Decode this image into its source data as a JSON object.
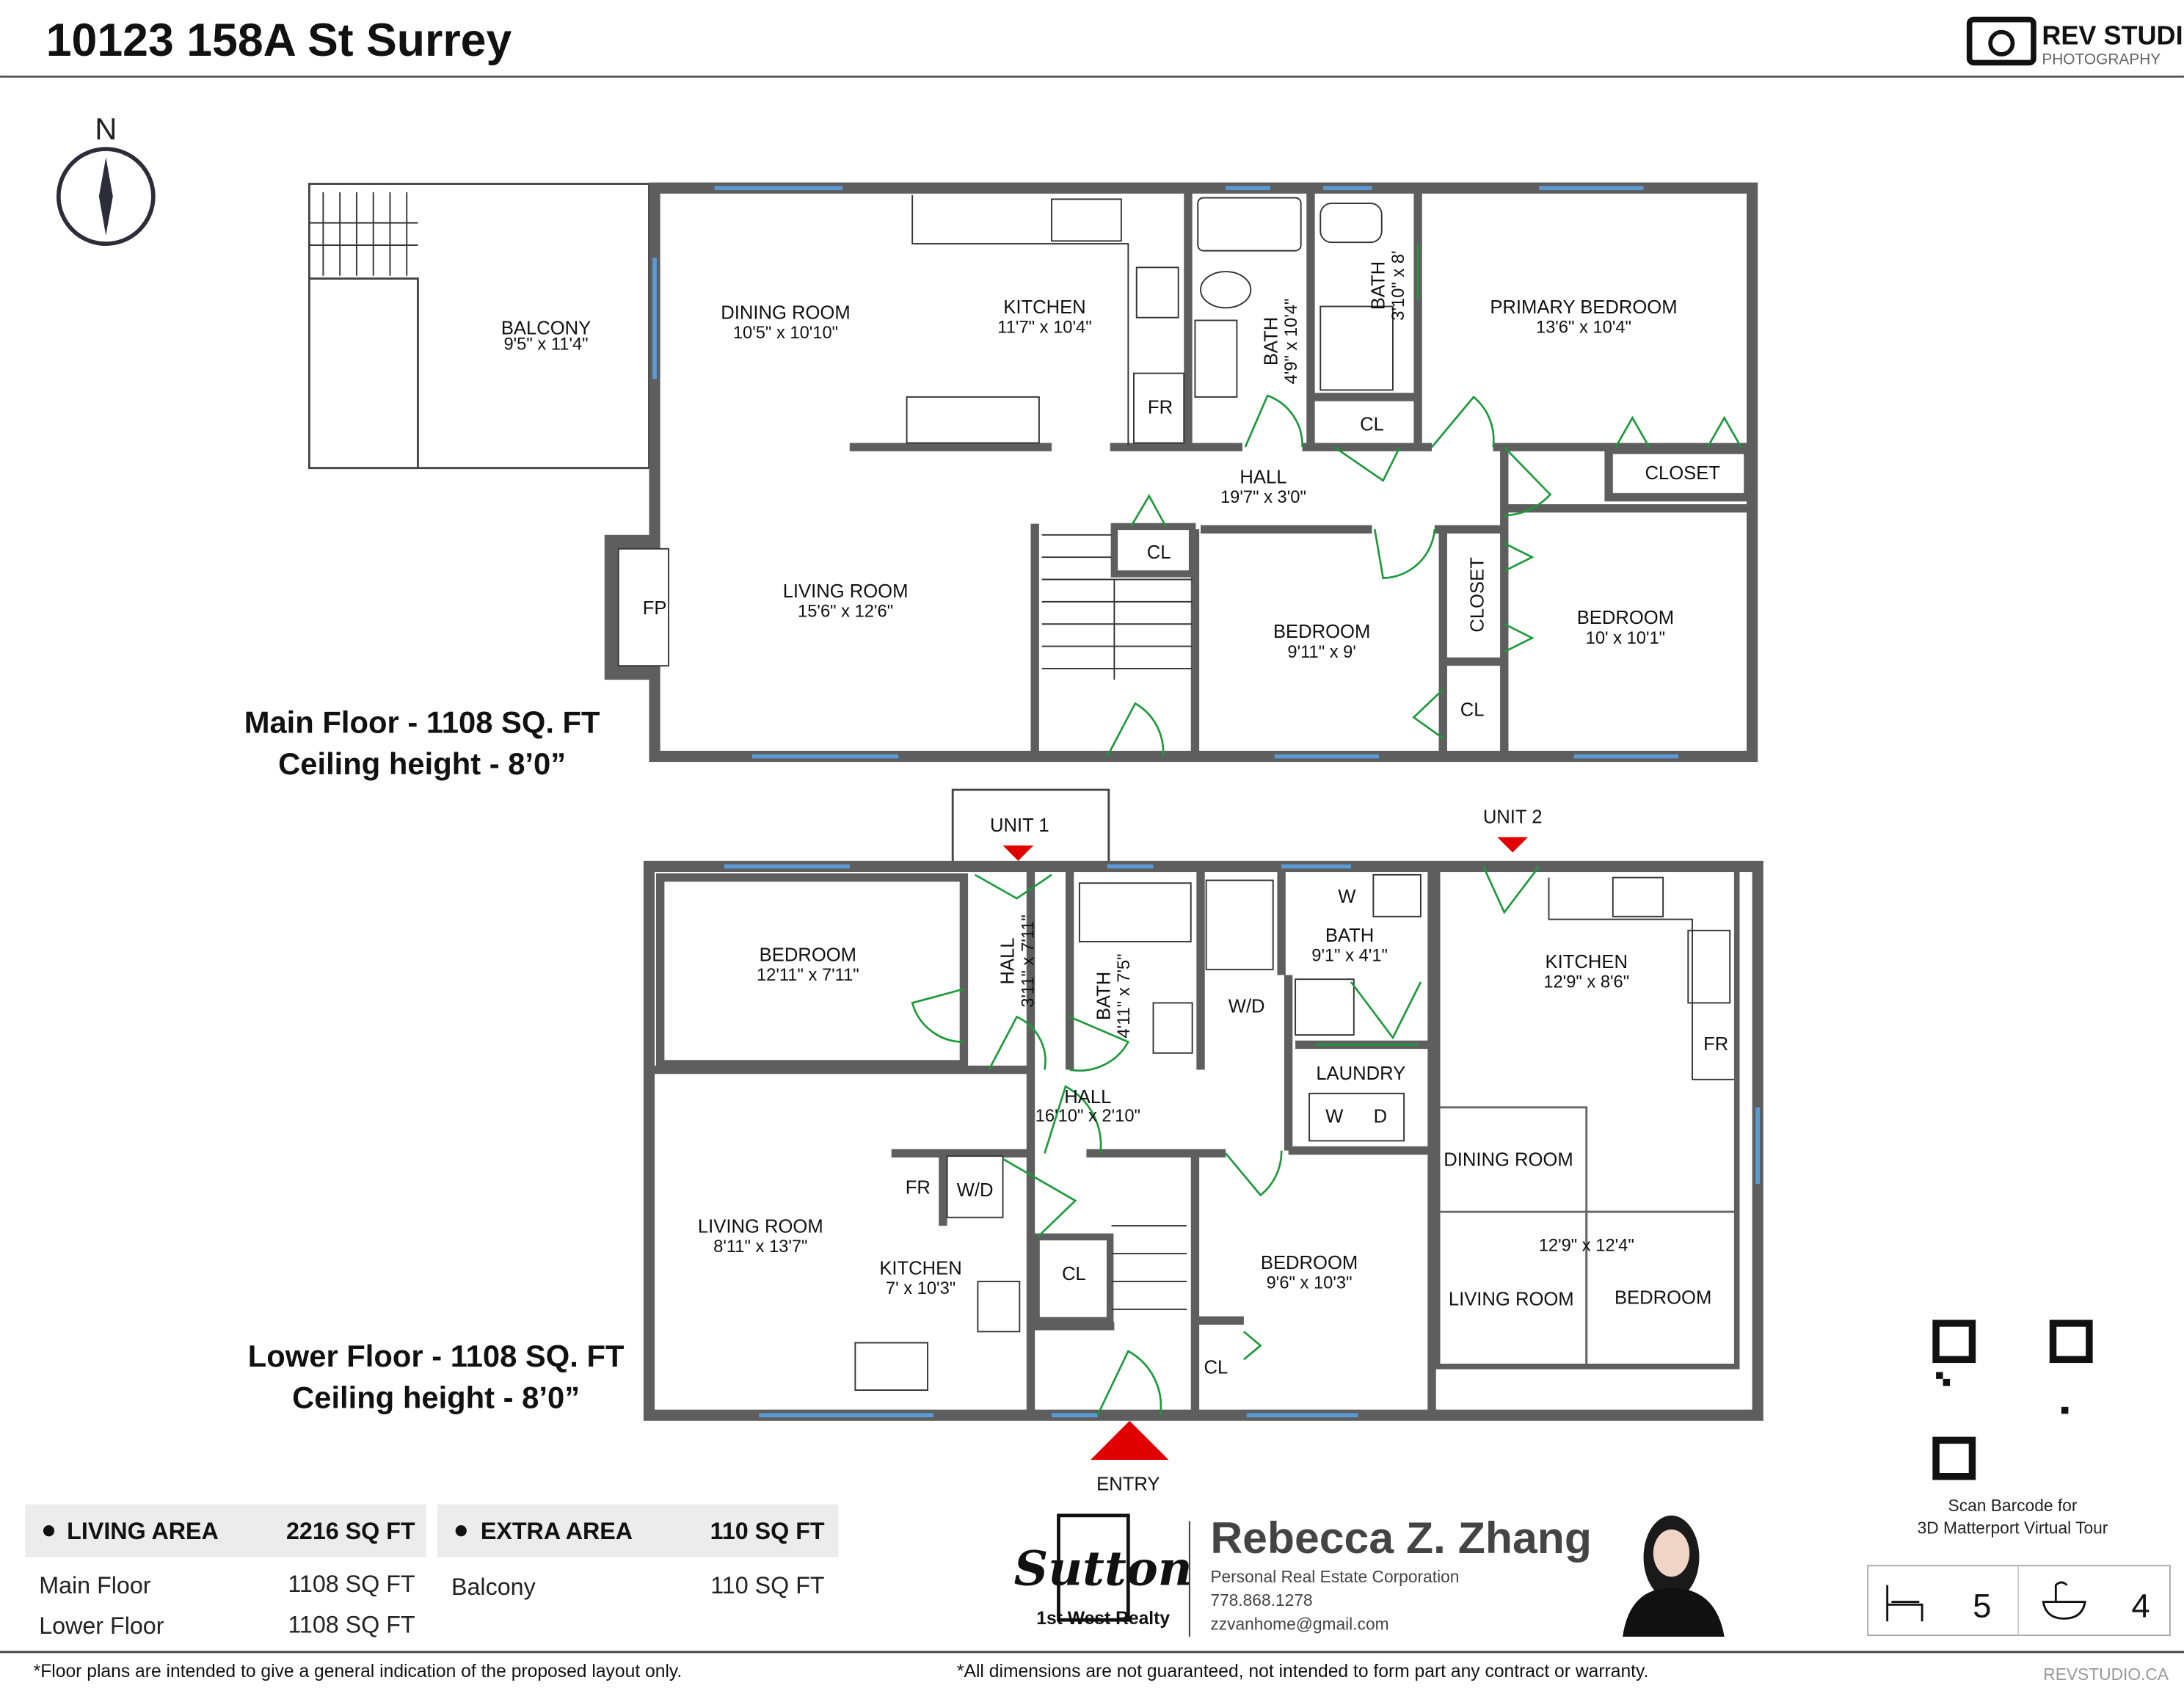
{
  "header": {
    "title": "10123 158A St Surrey",
    "brand_name": "REV STUDIO",
    "brand_sub": "PHOTOGRAPHY"
  },
  "compass": {
    "label": "N"
  },
  "main_floor": {
    "label": "Main Floor - 1108 SQ. FT",
    "ceiling": "Ceiling height - 8’0”",
    "rooms": {
      "balcony": {
        "name": "BALCONY",
        "dim": "9'5\" x 11'4\""
      },
      "dining": {
        "name": "DINING ROOM",
        "dim": "10'5\" x 10'10\""
      },
      "kitchen": {
        "name": "KITCHEN",
        "dim": "11'7\" x 10'4\""
      },
      "bath1": {
        "name": "BATH",
        "dim": "4'9\" x 10'4\""
      },
      "bath2": {
        "name": "BATH",
        "dim": "3'10\" x 8'"
      },
      "primary": {
        "name": "PRIMARY BEDROOM",
        "dim": "13'6\" x 10'4\""
      },
      "hall": {
        "name": "HALL",
        "dim": "19'7\" x 3'0\""
      },
      "living": {
        "name": "LIVING ROOM",
        "dim": "15'6\" x 12'6\""
      },
      "bedroom1": {
        "name": "BEDROOM",
        "dim": "9'11\" x 9'"
      },
      "bedroom2": {
        "name": "BEDROOM",
        "dim": "10' x 10'1\""
      },
      "closet1": "CLOSET",
      "closet2": "CLOSET",
      "cl1": "CL",
      "cl2": "CL",
      "cl3": "CL",
      "fr": "FR",
      "fp": "FP"
    }
  },
  "lower_floor": {
    "label": "Lower Floor - 1108 SQ. FT",
    "ceiling": "Ceiling height - 8’0”",
    "unit1": "UNIT 1",
    "unit2": "UNIT 2",
    "entry": "ENTRY",
    "rooms": {
      "bedroom1": {
        "name": "BEDROOM",
        "dim": "12'11\" x 7'11\""
      },
      "hall1": {
        "name": "HALL",
        "dim": "3'11\" x 7'11\""
      },
      "bath1": {
        "name": "BATH",
        "dim": "4'11\" x 7'5\""
      },
      "bath2": {
        "name": "BATH",
        "dim": "9'1\" x 4'1\""
      },
      "kitchen2": {
        "name": "KITCHEN",
        "dim": "12'9\" x 8'6\""
      },
      "laundry": "LAUNDRY",
      "w1": "W",
      "w2": "W",
      "d": "D",
      "wd1": "W/D",
      "wd2": "W/D",
      "fr1": "FR",
      "fr2": "FR",
      "hall2": {
        "name": "HALL",
        "dim": "16'10\" x 2'10\""
      },
      "dining": "DINING ROOM",
      "living1": {
        "name": "LIVING ROOM",
        "dim": "8'11\" x 13'7\""
      },
      "kitchen1": {
        "name": "KITCHEN",
        "dim": "7' x 10'3\""
      },
      "cl1": "CL",
      "cl2": "CL",
      "bedroom2": {
        "name": "BEDROOM",
        "dim": "9'6\" x 10'3\""
      },
      "combo_dim": "12'9\" x 12'4\"",
      "living2": "LIVING ROOM",
      "bedroom3": "BEDROOM"
    }
  },
  "areas": {
    "living": {
      "title": "LIVING AREA",
      "total": "2216 SQ FT",
      "rows": [
        {
          "label": "Main Floor",
          "value": "1108 SQ FT"
        },
        {
          "label": "Lower Floor",
          "value": "1108 SQ FT"
        }
      ]
    },
    "extra": {
      "title": "EXTRA AREA",
      "total": "110 SQ FT",
      "rows": [
        {
          "label": "Balcony",
          "value": "110 SQ FT"
        }
      ]
    }
  },
  "agent": {
    "brokerage_logo": "Sutton",
    "brokerage": "1st West Realty",
    "name": "Rebecca Z. Zhang",
    "title": "Personal Real Estate Corporation",
    "phone": "778.868.1278",
    "email": "zzvanhome@gmail.com"
  },
  "qr": {
    "caption1": "Scan Barcode for",
    "caption2": "3D Matterport Virtual Tour"
  },
  "stats": {
    "beds": "5",
    "baths": "4",
    "bed_icon": "bed-icon",
    "bath_icon": "bathtub-icon"
  },
  "footer": {
    "disclaimer1": "*Floor plans are intended to give a general indication of the proposed layout only.",
    "disclaimer2": "*All dimensions are not guaranteed, not intended to form part any contract or warranty.",
    "site": "REVSTUDIO.CA"
  },
  "colors": {
    "wall": "#5e5e5e",
    "door": "#1a9a3a",
    "window": "#5b9bd5",
    "marker": "#e00000"
  }
}
